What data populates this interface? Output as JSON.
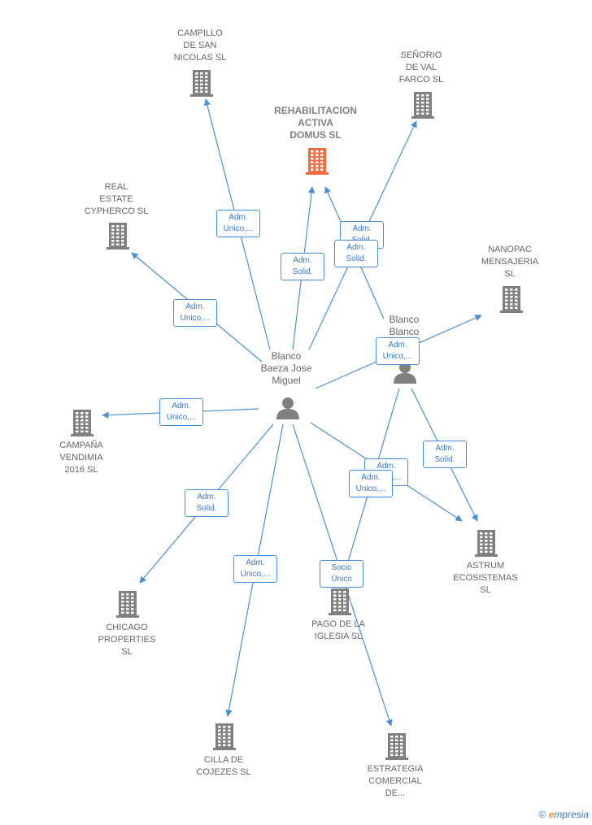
{
  "nodes": [
    {
      "id": "campillo",
      "kind": "company",
      "label": [
        "CAMPILLO",
        "DE SAN",
        "NICOLAS  SL"
      ]
    },
    {
      "id": "senorio",
      "kind": "company",
      "label": [
        "SEÑORIO",
        "DE VAL",
        "FARCO  SL"
      ]
    },
    {
      "id": "rehab",
      "kind": "company-focus",
      "label": [
        "REHABILITACION",
        "ACTIVA",
        "DOMUS  SL"
      ]
    },
    {
      "id": "real",
      "kind": "company",
      "label": [
        "REAL",
        "ESTATE",
        "CYPHERCO  SL"
      ]
    },
    {
      "id": "nanopac",
      "kind": "company",
      "label": [
        "NANOPAC",
        "MENSAJERIA",
        "SL"
      ]
    },
    {
      "id": "jose",
      "kind": "person",
      "label": [
        "Blanco",
        "Baeza Jose",
        "Miguel"
      ]
    },
    {
      "id": "blanco2",
      "kind": "person",
      "label": [
        "Blanco",
        "Blanco",
        "..."
      ]
    },
    {
      "id": "campana",
      "kind": "company",
      "label": [
        "CAMPAÑA",
        "VENDIMIA",
        "2016  SL"
      ]
    },
    {
      "id": "chicago",
      "kind": "company",
      "label": [
        "CHICAGO",
        "PROPERTIES",
        "SL"
      ]
    },
    {
      "id": "astrum",
      "kind": "company",
      "label": [
        "ASTRUM",
        "ECOSISTEMAS",
        "SL"
      ]
    },
    {
      "id": "pago",
      "kind": "company",
      "label": [
        "PAGO DE LA",
        "IGLESIA  SL"
      ]
    },
    {
      "id": "cilla",
      "kind": "company",
      "label": [
        "CILLA DE",
        "COJEZES  SL"
      ]
    },
    {
      "id": "estrategia",
      "kind": "company",
      "label": [
        "ESTRATEGIA",
        "COMERCIAL",
        "DE..."
      ]
    }
  ],
  "edges": [
    {
      "from": "jose",
      "to": "campillo",
      "label": [
        "Adm.",
        "Unico,..."
      ]
    },
    {
      "from": "jose",
      "to": "rehab",
      "label": [
        "Adm.",
        "Solid."
      ]
    },
    {
      "from": "jose",
      "to": "senorio",
      "label": [
        "Adm.",
        "Solid."
      ]
    },
    {
      "from": "blanco2",
      "to": "rehab",
      "label": [
        "Adm.",
        "Solid."
      ]
    },
    {
      "from": "jose",
      "to": "real",
      "label": [
        "Adm.",
        "Unico,..."
      ]
    },
    {
      "from": "jose",
      "to": "nanopac",
      "label": [
        "Adm.",
        "Unico,..."
      ]
    },
    {
      "from": "jose",
      "to": "campana",
      "label": [
        "Adm.",
        "Unico,..."
      ]
    },
    {
      "from": "jose",
      "to": "chicago",
      "label": [
        "Adm.",
        "Solid."
      ]
    },
    {
      "from": "jose",
      "to": "cilla",
      "label": [
        "Adm.",
        "Unico,..."
      ]
    },
    {
      "from": "jose",
      "to": "estrategia",
      "label": [
        "Socio",
        "Único"
      ]
    },
    {
      "from": "jose",
      "to": "astrum",
      "label": [
        "Adm.",
        "Unico,..."
      ]
    },
    {
      "from": "blanco2",
      "to": "astrum",
      "label": [
        "Adm.",
        "Solid."
      ]
    },
    {
      "from": "blanco2",
      "to": "pago",
      "label": [
        "Adm.",
        "Unico,..."
      ]
    }
  ],
  "colors": {
    "edge": "#4a8fd6",
    "company": "#808080",
    "focus": "#f06a3a",
    "person": "#808080"
  },
  "footer": {
    "copyright": "©",
    "brand_e": "e",
    "brand_rest": "mpresia"
  }
}
